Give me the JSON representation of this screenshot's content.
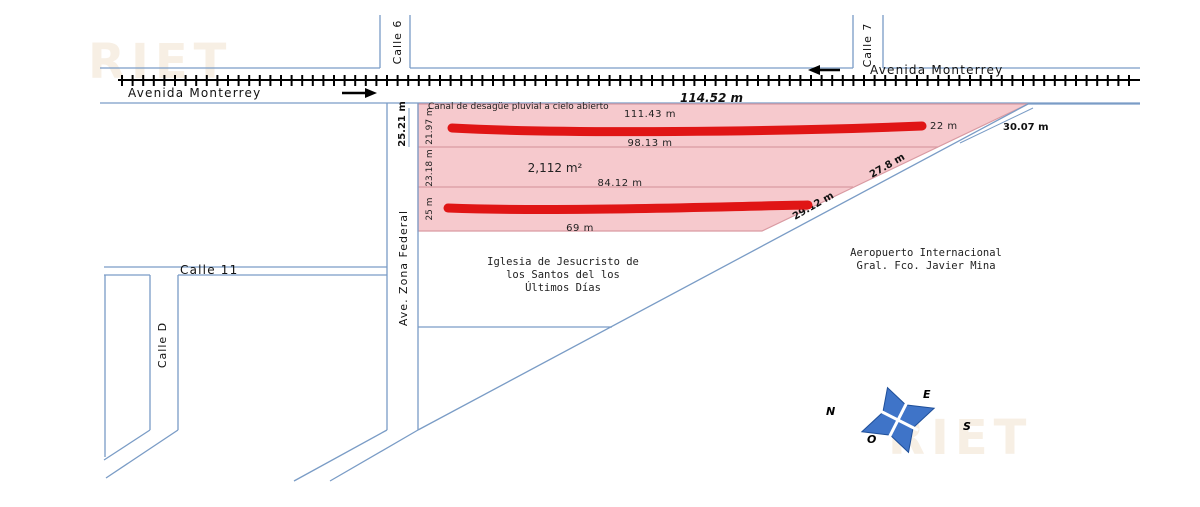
{
  "watermarks": [
    "RIET",
    "RIET"
  ],
  "streets": {
    "calle_6": "Calle 6",
    "calle_7": "Calle 7",
    "avenida_north": "Avenida Monterrey",
    "avenida_south": "Avenida Monterrey",
    "calle_11": "Calle 11",
    "calle_d": "Calle D",
    "zona_federal": "Ave. Zona Federal"
  },
  "dimensions": {
    "total_width": "114.52 m",
    "canal": "Canal de desagüe pluvial a cielo abierto",
    "top_edge": "111.43 m",
    "right_side": "30.07 m",
    "lot1_width": "21.97 m",
    "lot1_outer": "25.21 m",
    "lot1_hypotenuse": "22 m",
    "line_98": "98.13 m",
    "lot2_width": "23.18 m",
    "lot2_area": "2,112 m²",
    "lot2_hypotenuse": "27.8 m",
    "line_84": "84.12 m",
    "lot3_width": "25 m",
    "lot3_hypotenuse": "29.12 m",
    "bottom_edge": "69 m"
  },
  "places": {
    "church": [
      "Iglesia de Jesucristo de",
      "los Santos del los",
      "Últimos Días"
    ],
    "airport": [
      "Aeropuerto Internacional",
      "Gral. Fco. Javier Mina"
    ]
  },
  "compass": {
    "n": "N",
    "e": "E",
    "s": "S",
    "o": "O"
  },
  "colors": {
    "road_line": "#7a9cc6",
    "lot_fill": "#f6c9cd",
    "lot_stroke": "#d99aa2",
    "redaction": "#e01515",
    "compass_fill": "#3f74c8"
  }
}
